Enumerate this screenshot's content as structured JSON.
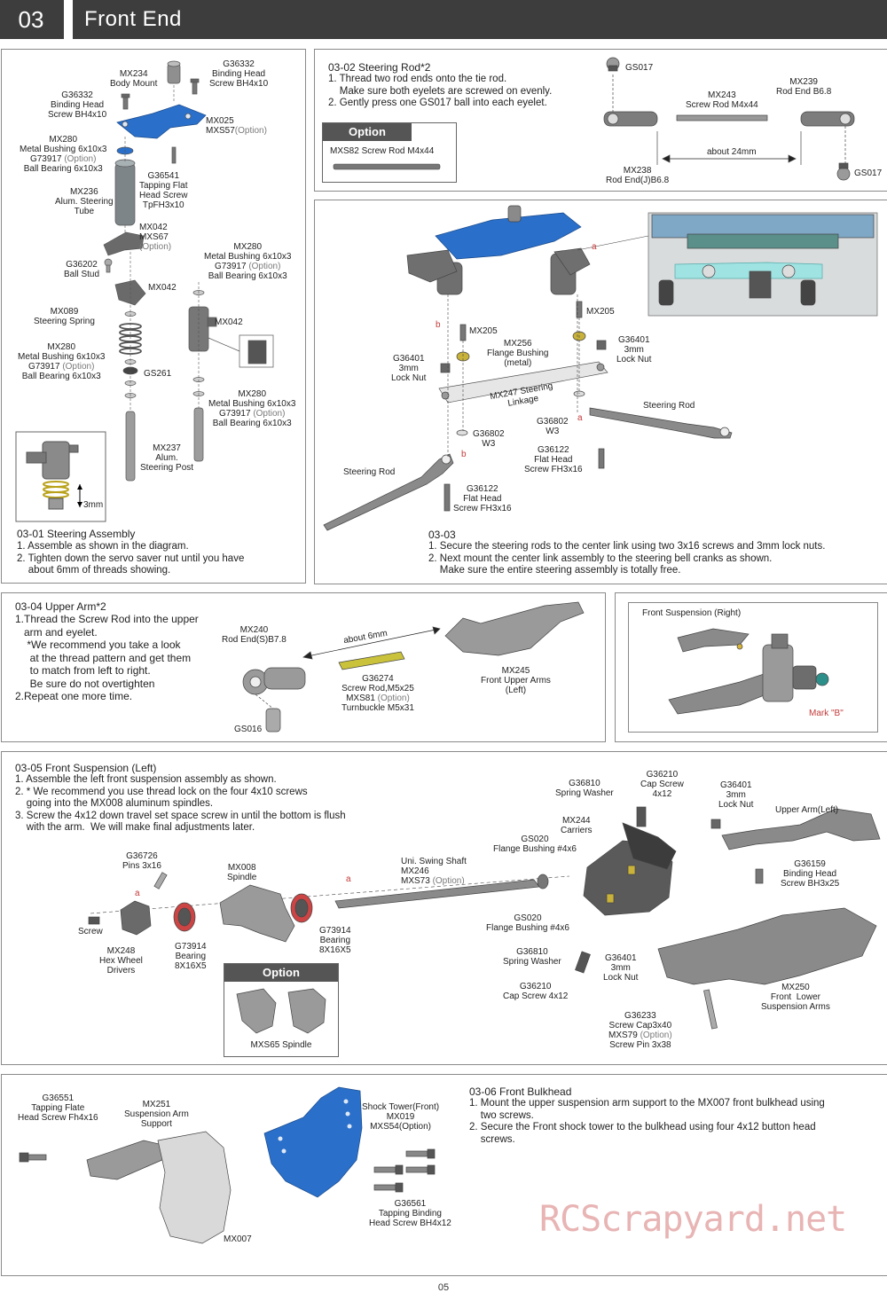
{
  "header": {
    "number": "03",
    "title": "Front End"
  },
  "s0301": {
    "title": "03-01  Steering Assembly",
    "text": "1. Assemble as shown in the diagram.\n2. Tighten down the servo saver nut until you have\n    about 6mm of threads showing.",
    "labels": {
      "mx234": "MX234\nBody Mount",
      "g36332a": "G36332\nBinding Head\nScrew BH4x10",
      "g36332b": "G36332\nBinding Head\nScrew BH4x10",
      "mx025": "MX025",
      "mxs57": "MXS57",
      "mxs57opt": "(Option)",
      "mx280a": "MX280\nMetal Bushing 6x10x3",
      "g73917a": "G73917",
      "g73917aopt": " (Option)",
      "bb_a": "Ball Bearing 6x10x3",
      "g36541": "G36541\nTapping Flat\nHead Screw\nTpFH3x10",
      "mx236": "MX236\nAlum. Steering\nTube",
      "mx042a": "MX042",
      "mxs67": "MXS67",
      "mxs67opt": "(Option)",
      "g36202": "G36202\nBall Stud",
      "mx042b": "MX042",
      "mx280b": "MX280\nMetal Bushing 6x10x3",
      "g73917b": "G73917",
      "g73917bopt": " (Option)",
      "bb_b": "Ball Bearing 6x10x3",
      "mx089": "MX089\nSteering Spring",
      "mx280c": "MX280\nMetal Bushing 6x10x3",
      "g73917c": "G73917",
      "g73917copt": " (Option)",
      "bb_c": "Ball Bearing 6x10x3",
      "gs261": "GS261",
      "mx042c": "MX042",
      "mx280d": "MX280\nMetal Bushing 6x10x3",
      "g73917d": "G73917",
      "g73917dopt": " (Option)",
      "bb_d": "Ball Bearing 6x10x3",
      "mx237": "MX237\nAlum.\nSteering Post",
      "mm3": "3mm"
    }
  },
  "s0302": {
    "title": "03-02  Steering Rod*2",
    "text": "1. Thread two rod ends onto the tie rod.\n    Make sure both eyelets are screwed on evenly.\n2. Gently press one GS017 ball into each eyelet.",
    "option_caption": "Option",
    "option_part": "MXS82  Screw Rod M4x44",
    "labels": {
      "gs017a": "GS017",
      "gs017b": "GS017",
      "mx243": "MX243\nScrew Rod M4x44",
      "mx239": "MX239\nRod End B6.8",
      "mx238": "MX238\nRod End(J)B6.8",
      "about24": "about 24mm"
    }
  },
  "s0303": {
    "title": "03-03",
    "text": "1. Secure the steering rods to the center link using two 3x16 screws and 3mm lock nuts.\n2. Next mount the center link assembly to the steering bell cranks as shown.\n    Make sure the entire steering assembly is totally free.",
    "labels": {
      "mx205a": "MX205",
      "mx205b": "MX205",
      "mx256": "MX256\nFlange Bushing\n(metal)",
      "g36401a": "G36401\n3mm\nLock Nut",
      "g36401b": "G36401\n3mm\nLock Nut",
      "mx247": "MX247 Steering\nLinkage",
      "g36802a": "G36802\nW3",
      "g36802b": "G36802\nW3",
      "steering_rod_a": "Steering Rod",
      "steering_rod_b": "Steering Rod",
      "g36122a": "G36122\nFlat Head\nScrew FH3x16",
      "g36122b": "G36122\nFlat Head\nScrew FH3x16",
      "a1": "a",
      "a2": "a",
      "b1": "b",
      "b2": "b"
    }
  },
  "s0304": {
    "title": "03-04  Upper Arm*2",
    "text": "1.Thread the Screw Rod into the upper\n   arm and eyelet.\n    *We recommend you take a look\n     at the thread pattern and get them\n     to match from left to right.\n     Be sure do not overtighten\n2.Repeat one more time.",
    "labels": {
      "mx240": "MX240\nRod End(S)B7.8",
      "about6": "about 6mm",
      "g36274": "G36274\nScrew Rod,M5x25",
      "mxs81": "MXS81",
      "mxs81opt": " (Option)",
      "turnbuckle": "Turnbuckle M5x31",
      "mx245": "MX245\nFront Upper Arms\n(Left)",
      "gs016": "GS016"
    },
    "inset_title": "Front Suspension (Right)",
    "inset_mark": "Mark \"B\""
  },
  "s0305": {
    "title": "03-05  Front Suspension (Left)",
    "text": "1. Assemble the left front suspension assembly as shown.\n2. * We recommend you use thread lock on the four 4x10 screws\n    going into the MX008 aluminum spindles.\n3. Screw the 4x12 down travel set space screw in until the bottom is flush\n    with the arm.  We will make final adjustments later.",
    "option_caption": "Option",
    "option_part": "MXS65 Spindle",
    "labels": {
      "g36726": "G36726\nPins 3x16",
      "screw": "Screw",
      "mx248": "MX248\nHex Wheel\nDrivers",
      "g73914a": "G73914\nBearing\n8X16X5",
      "mx008": "MX008\nSpindle",
      "g73914b": "G73914\nBearing\n8X16X5",
      "uni": "Uni. Swing Shaft\nMX246",
      "mxs73": "MXS73",
      "mxs73opt": " (Option)",
      "g36810a": "G36810\nSpring Washer",
      "g36210a": "G36210\nCap Screw\n4x12",
      "g36401a": "G36401\n3mm\nLock Nut",
      "upperarm": "Upper Arm(Left)",
      "mx244": "MX244\nCarriers",
      "gs020a": "GS020\nFlange Bushing #4x6",
      "g36159": "G36159\nBinding Head\nScrew BH3x25",
      "gs020b": "GS020\nFlange Bushing #4x6",
      "g36810b": "G36810\nSpring Washer",
      "g36401b": "G36401\n3mm\nLock Nut",
      "g36210b": "G36210\nCap Screw 4x12",
      "mx250": "MX250\nFront  Lower\nSuspension Arms",
      "g36233": "G36233\nScrew Cap3x40",
      "mxs79": "MXS79",
      "mxs79opt": " (Option)",
      "screwpin": "Screw Pin 3x38",
      "a1": "a",
      "a2": "a"
    }
  },
  "s0306": {
    "title": "03-06  Front Bulkhead",
    "text": "1. Mount the upper suspension arm support to the MX007 front bulkhead using\n    two screws.\n2. Secure the Front shock tower to the bulkhead using four 4x12 button head\n    screws.",
    "labels": {
      "g36551": "G36551\nTapping Flate\nHead Screw Fh4x16",
      "mx251": "MX251\nSuspension Arm\nSupport",
      "shock": "Shock Tower(Front)\nMX019",
      "mxs54": "MXS54(Option)",
      "g36561": "G36561\nTapping Binding\nHead Screw BH4x12",
      "mx007": "MX007"
    }
  },
  "watermark": "RCScrapyard.net",
  "page_number": "05",
  "colors": {
    "header": "#3d3d3d",
    "blue_part": "#2a6fc9",
    "gray_part": "#8c8c8c",
    "gold_part": "#c9b23a",
    "option_text": "#7a7a7a",
    "marker": "#c43a3a"
  }
}
